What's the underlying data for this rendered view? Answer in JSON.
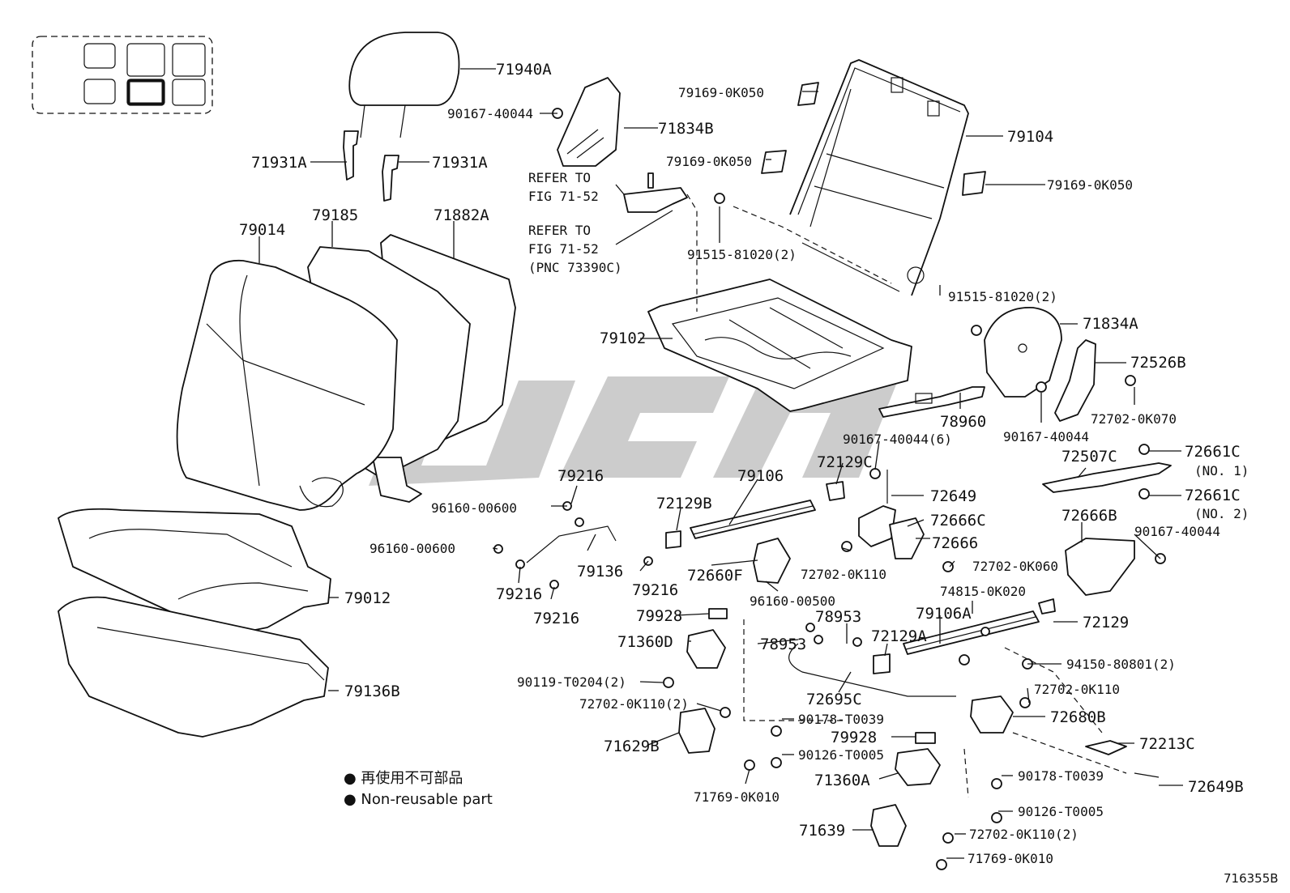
{
  "figure_number": "716355B",
  "watermark_color": "#9a9a9a",
  "legend": {
    "line1": "● 再使用不可部品",
    "line2": "● Non-reusable part"
  },
  "refer_labels": {
    "refer1_l1": "REFER TO",
    "refer1_l2": "FIG 71-52",
    "refer2_l1": "REFER TO",
    "refer2_l2": "FIG 71-52",
    "refer2_l3": "(PNC 73390C)"
  },
  "parts": {
    "p71940A": "71940A",
    "p90167_40044_a": "90167-40044",
    "p71834B": "71834B",
    "p71931A_l": "71931A",
    "p71931A_r": "71931A",
    "p79169_a": "79169-0K050",
    "p79169_b": "79169-0K050",
    "p79169_c": "79169-0K050",
    "p79104": "79104",
    "p91515_a": "91515-81020(2)",
    "p91515_b": "91515-81020(2)",
    "p79014": "79014",
    "p79185": "79185",
    "p71882A": "71882A",
    "p79102": "79102",
    "p71834A": "71834A",
    "p72526B": "72526B",
    "p78960": "78960",
    "p90167_40044_b": "90167-40044",
    "p72702_0K070": "72702-0K070",
    "p90167_40044_6": "90167-40044(6)",
    "p72507C": "72507C",
    "p72661C_1": "72661C",
    "p72661C_1n": "(NO. 1)",
    "p72661C_2": "72661C",
    "p72661C_2n": "(NO. 2)",
    "p79216_a": "79216",
    "p79106": "79106",
    "p72129C": "72129C",
    "p96160_a": "96160-00600",
    "p72129B": "72129B",
    "p72649": "72649",
    "p72666C": "72666C",
    "p72666": "72666",
    "p72666B": "72666B",
    "p90167_40044_c": "90167-40044",
    "p96160_b": "96160-00600",
    "p79136": "79136",
    "p72660F": "72660F",
    "p72702_0K110_a": "72702-0K110",
    "p72702_0K060": "72702-0K060",
    "p79216_b": "79216",
    "p79216_c": "79216",
    "p79216_d": "79216",
    "p79012": "79012",
    "p96160_00500": "96160-00500",
    "p74815": "74815-0K020",
    "p79928_a": "79928",
    "p78953_a": "78953",
    "p79106A": "79106A",
    "p72129": "72129",
    "p71360D": "71360D",
    "p78953_b": "78953",
    "p72129A": "72129A",
    "p94150": "94150-80801(2)",
    "p90119": "90119-T0204(2)",
    "p72702_0K110_b": "72702-0K110",
    "p79136B": "79136B",
    "p72695C": "72695C",
    "p72702_0K110_2a": "72702-0K110(2)",
    "p72680B": "72680B",
    "p90178_a": "90178-T0039",
    "p79928_b": "79928",
    "p71629B": "71629B",
    "p90126_a": "90126-T0005",
    "p72213C": "72213C",
    "p71360A": "71360A",
    "p90178_b": "90178-T0039",
    "p72649B": "72649B",
    "p71769_a": "71769-0K010",
    "p90126_b": "90126-T0005",
    "p71639": "71639",
    "p72702_0K110_2b": "72702-0K110(2)",
    "p71769_b": "71769-0K010"
  }
}
